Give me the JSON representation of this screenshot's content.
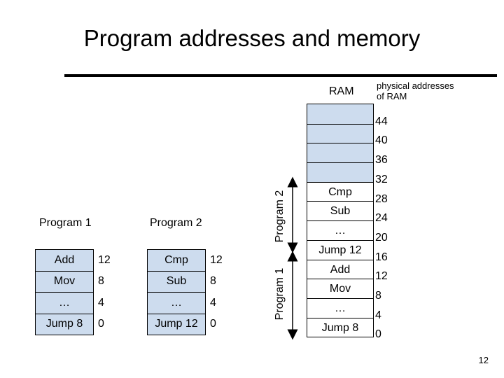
{
  "title": "Program addresses and memory",
  "ram_label": "RAM",
  "phys_label_line1": "physical addresses",
  "phys_label_line2": "of RAM",
  "program1_label": "Program 1",
  "program2_label": "Program 2",
  "program1": [
    {
      "ins": "Add",
      "addr": "12"
    },
    {
      "ins": "Mov",
      "addr": "8"
    },
    {
      "ins": "…",
      "addr": "4"
    },
    {
      "ins": "Jump 8",
      "addr": "0"
    }
  ],
  "program2": [
    {
      "ins": "Cmp",
      "addr": "12"
    },
    {
      "ins": "Sub",
      "addr": "8"
    },
    {
      "ins": "…",
      "addr": "4"
    },
    {
      "ins": "Jump 12",
      "addr": "0"
    }
  ],
  "ram": [
    {
      "content": "",
      "addr": "44"
    },
    {
      "content": "",
      "addr": "40"
    },
    {
      "content": "",
      "addr": "36"
    },
    {
      "content": "",
      "addr": "32"
    },
    {
      "content": "Cmp",
      "addr": "28"
    },
    {
      "content": "Sub",
      "addr": "24"
    },
    {
      "content": "…",
      "addr": "20"
    },
    {
      "content": "Jump 12",
      "addr": "16"
    },
    {
      "content": "Add",
      "addr": "12"
    },
    {
      "content": "Mov",
      "addr": "8"
    },
    {
      "content": "…",
      "addr": "4"
    },
    {
      "content": "Jump 8",
      "addr": "0"
    }
  ],
  "bracket_program2": "Program 2",
  "bracket_program1": "Program 1",
  "page_number": "12",
  "colors": {
    "cell_fill": "#cddcee",
    "line": "#000000"
  }
}
